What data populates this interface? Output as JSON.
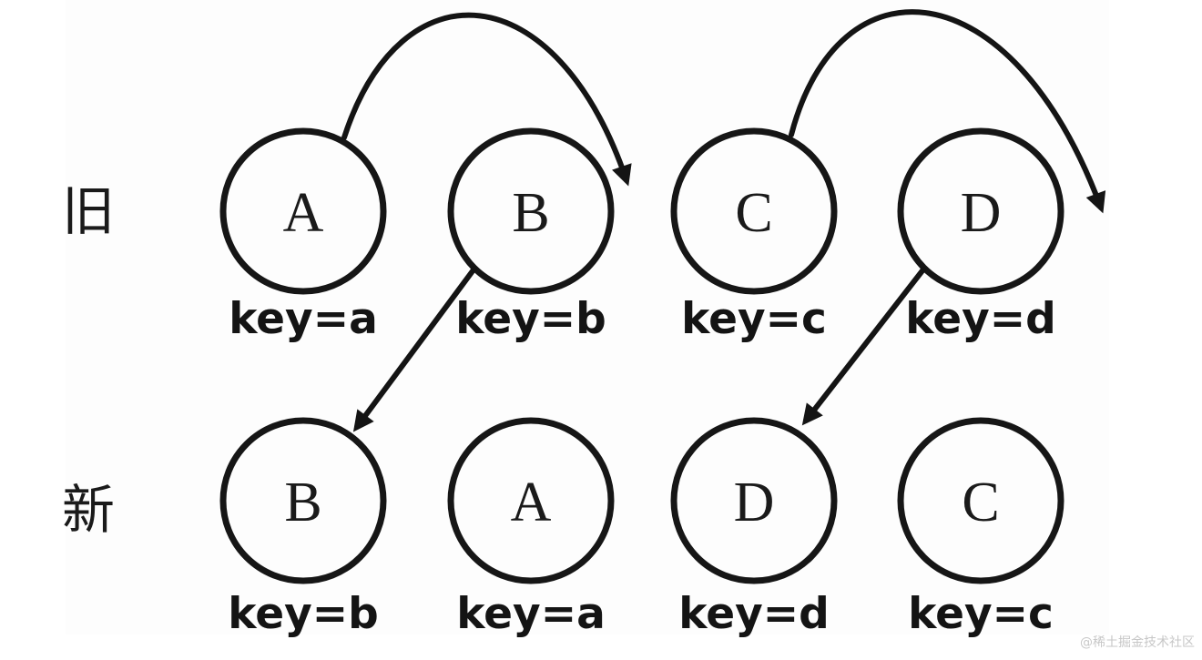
{
  "diagram": {
    "title_semantics": "keyed list diff: old vs new node order",
    "old_row": {
      "label": "旧",
      "nodes": [
        {
          "letter": "A",
          "key": "key=a"
        },
        {
          "letter": "B",
          "key": "key=b"
        },
        {
          "letter": "C",
          "key": "key=c"
        },
        {
          "letter": "D",
          "key": "key=d"
        }
      ]
    },
    "new_row": {
      "label": "新",
      "nodes": [
        {
          "letter": "B",
          "key": "key=b"
        },
        {
          "letter": "A",
          "key": "key=a"
        },
        {
          "letter": "D",
          "key": "key=d"
        },
        {
          "letter": "C",
          "key": "key=c"
        }
      ]
    },
    "arrows": [
      {
        "type": "curved",
        "from": "old A (top)",
        "to": "right side of old B"
      },
      {
        "type": "curved",
        "from": "old C (top)",
        "to": "right side of old D"
      },
      {
        "type": "straight",
        "from": "old B (bottom-left)",
        "to": "new B (top-right)"
      },
      {
        "type": "straight",
        "from": "old D (bottom-left)",
        "to": "new D (top-right)"
      }
    ],
    "colors": {
      "stroke": "#161616",
      "background": "#ffffff",
      "panel": "#fdfdfd",
      "watermark": "#c7c7c7"
    }
  },
  "watermark": {
    "text": "@稀土掘金技术社区"
  }
}
